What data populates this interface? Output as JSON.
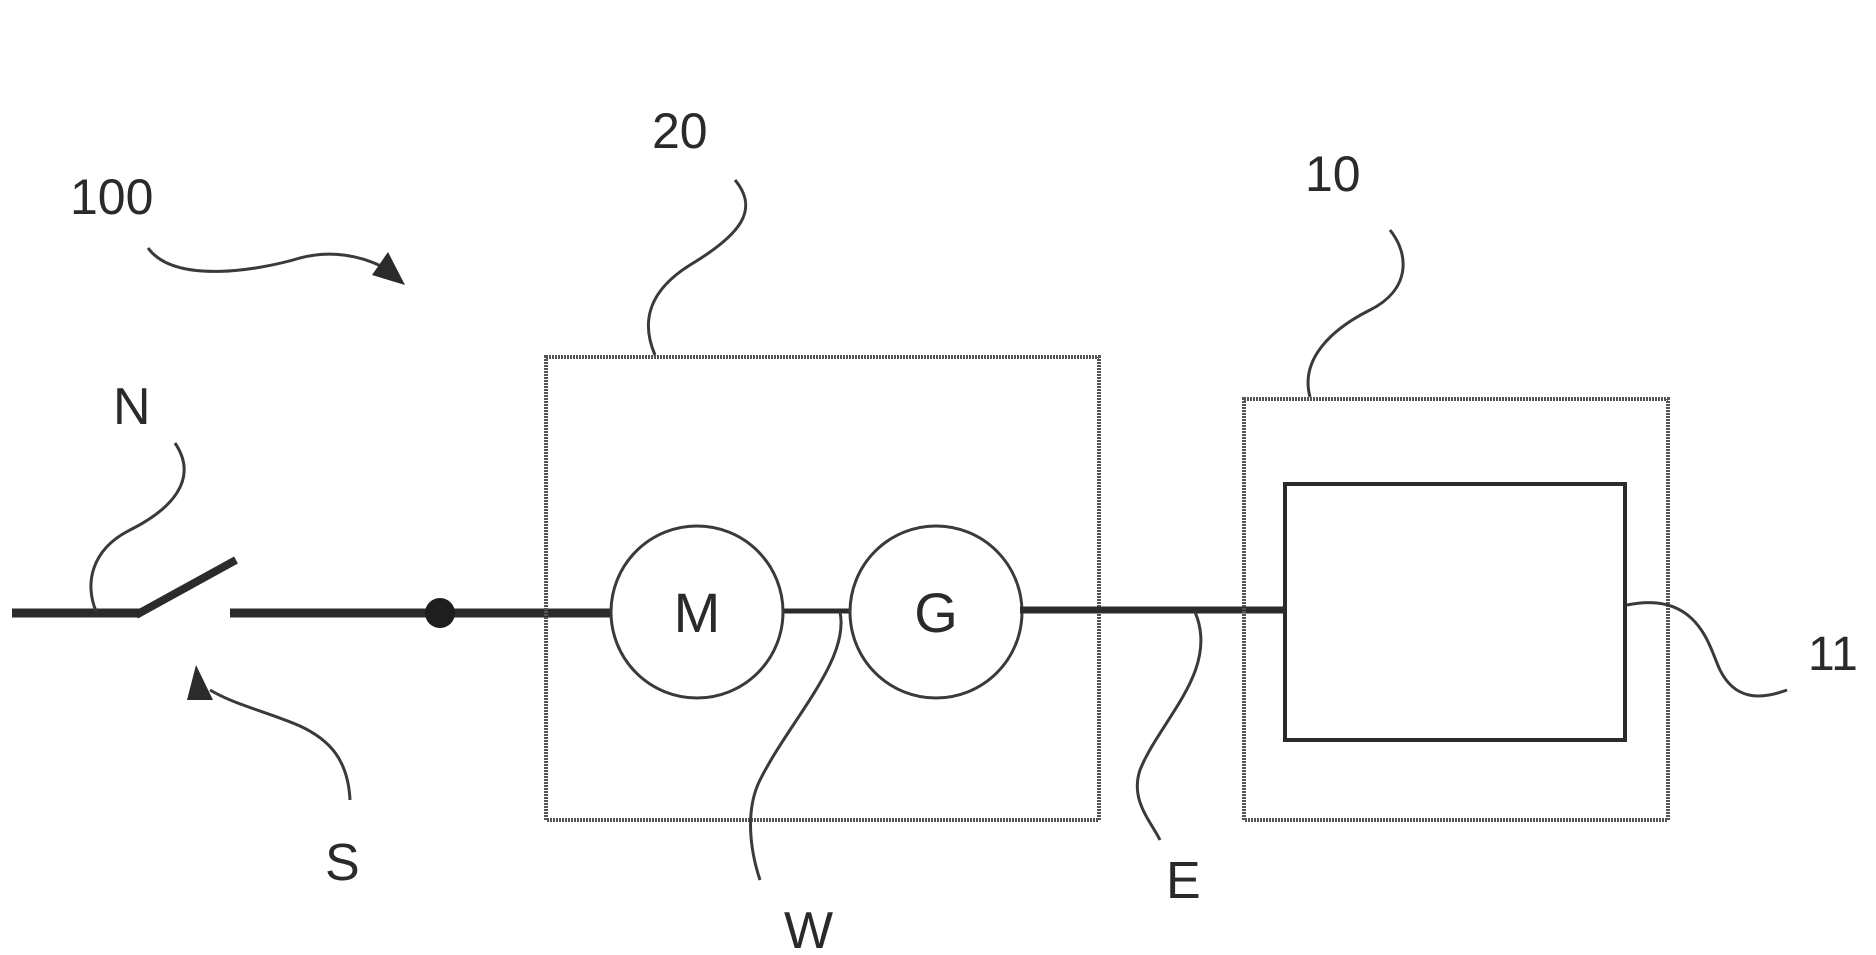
{
  "diagram": {
    "labels": {
      "system": "100",
      "drive_unit": "20",
      "device": "10",
      "inner_module": "11",
      "network": "N",
      "switch": "S",
      "shaft": "W",
      "energy_line": "E",
      "motor": "M",
      "generator": "G"
    }
  }
}
